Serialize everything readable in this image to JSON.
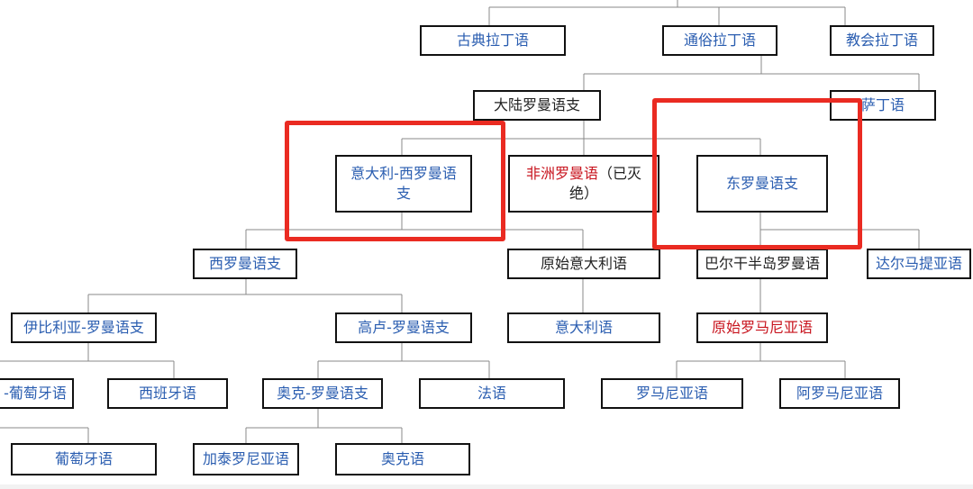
{
  "colors": {
    "link": "#2a5db0",
    "redlink": "#c8141e",
    "text": "#222222",
    "highlight": "#ea2b22",
    "line": "#888888"
  },
  "nodes": {
    "classical_latin": "古典拉丁语",
    "vulgar_latin": "通俗拉丁语",
    "church_latin": "教会拉丁语",
    "continental_romance": "大陆罗曼语支",
    "sardinian": "萨丁语",
    "italo_western": "意大利-西罗曼语支",
    "african_romance": "非洲罗曼语",
    "african_romance_note": "（已灭绝）",
    "eastern_romance": "东罗曼语支",
    "western_romance": "西罗曼语支",
    "proto_italian": "原始意大利语",
    "balkan_romance": "巴尔干半岛罗曼语",
    "dalmatian": "达尔马提亚语",
    "ibero_romance": "伊比利亚-罗曼语支",
    "gallo_romance": "高卢-罗曼语支",
    "italian": "意大利语",
    "proto_romanian": "原始罗马尼亚语",
    "galician_portuguese": "-葡萄牙语",
    "spanish": "西班牙语",
    "occitano_romance": "奥克-罗曼语支",
    "french": "法语",
    "romanian": "罗马尼亚语",
    "aromanian": "阿罗马尼亚语",
    "portuguese": "葡萄牙语",
    "catalan": "加泰罗尼亚语",
    "occitan": "奥克语"
  }
}
